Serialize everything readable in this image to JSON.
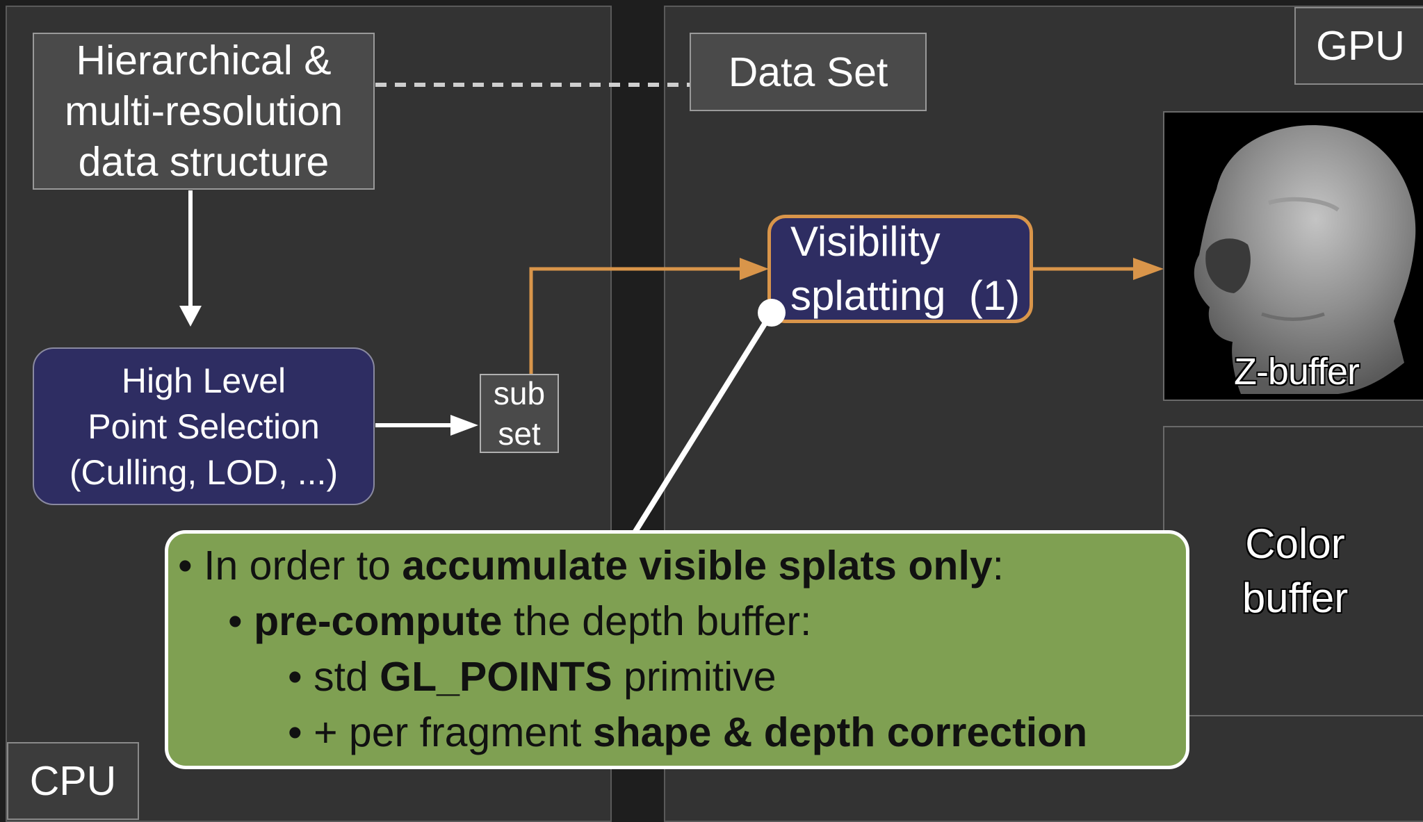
{
  "panels": {
    "cpu_label": "CPU",
    "gpu_label": "GPU"
  },
  "nodes": {
    "hierarchical": {
      "lines": [
        "Hierarchical &",
        "multi-resolution",
        "data structure"
      ]
    },
    "data_set": {
      "label": "Data Set"
    },
    "high_level": {
      "lines": [
        "High Level",
        "Point Selection",
        "(Culling, LOD, ...)"
      ]
    },
    "subset": {
      "lines": [
        "sub",
        "set"
      ]
    },
    "visibility": {
      "lines": [
        "Visibility",
        "splatting  (1)"
      ]
    },
    "zbuffer": {
      "label": "Z-buffer"
    },
    "color_buffer": {
      "lines": [
        "Color",
        "buffer"
      ]
    }
  },
  "callout": {
    "bullet1": {
      "pre": "In order to ",
      "bold": "accumulate visible splats only",
      "post": ":"
    },
    "bullet2": {
      "bold": "pre-compute",
      "post": " the depth buffer:"
    },
    "bullet3": {
      "pre": "std ",
      "bold": "GL_POINTS",
      "post": " primitive"
    },
    "bullet4": {
      "pre": "+ per fragment ",
      "bold": "shape & depth correction"
    }
  },
  "colors": {
    "orange_arrow": "#d9954a",
    "navy_box": "#2e2d62",
    "green_callout": "#7fa052"
  }
}
